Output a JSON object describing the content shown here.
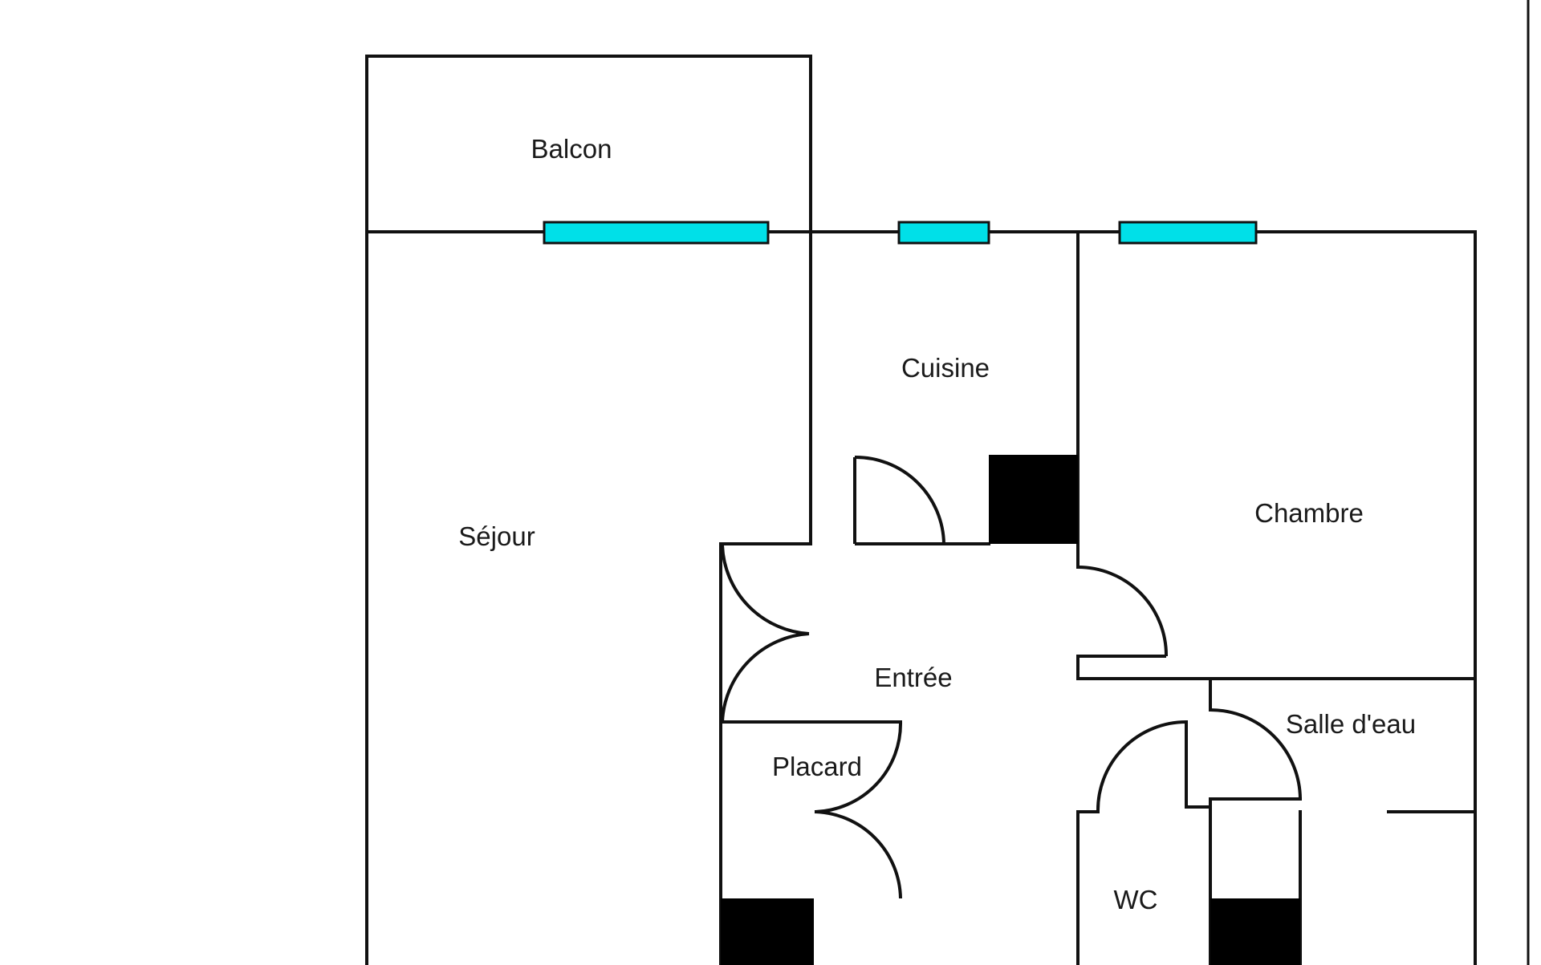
{
  "colors": {
    "background": "#ffffff",
    "wall": "#111111",
    "window": "#00e0e8",
    "solid": "#000000"
  },
  "rooms": {
    "balcon": "Balcon",
    "cuisine": "Cuisine",
    "sejour": "Séjour",
    "chambre": "Chambre",
    "entree": "Entrée",
    "salle_deau": "Salle d'eau",
    "placard": "Placard",
    "wc": "WC"
  }
}
